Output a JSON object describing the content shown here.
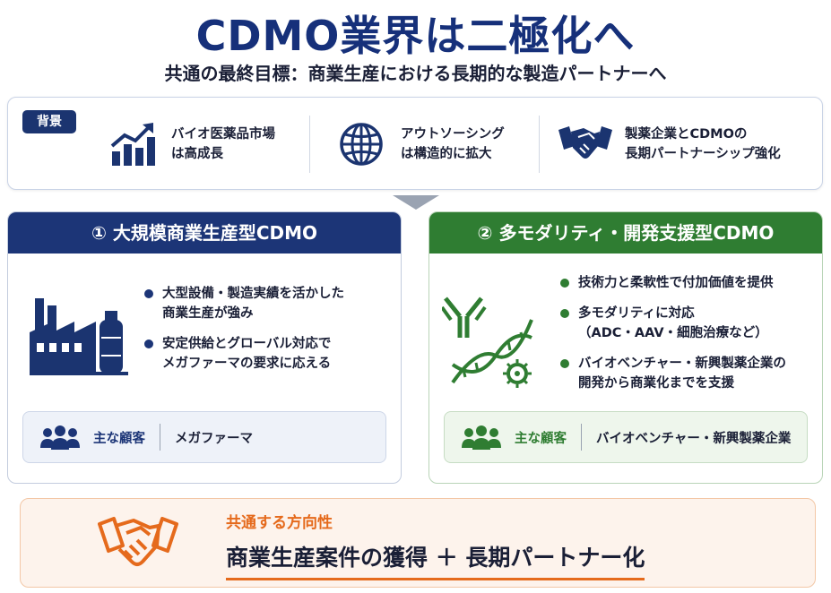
{
  "title": "CDMO業界は二極化へ",
  "subtitle": "共通の最終目標：商業生産における長期的な製造パートナーへ",
  "background": {
    "tag": "背景",
    "items": [
      {
        "icon": "growth-chart-icon",
        "text": "バイオ医薬品市場\nは高成長"
      },
      {
        "icon": "globe-icon",
        "text": "アウトソーシング\nは構造的に拡大"
      },
      {
        "icon": "handshake-icon",
        "text": "製薬企業とCDMOの\n長期パートナーシップ強化"
      }
    ]
  },
  "panels": [
    {
      "header": "① 大規模商業生産型CDMO",
      "icon": "factory-icon",
      "bullets": [
        "大型設備・製造実績を活かした\n商業生産が強み",
        "安定供給とグローバル対応で\nメガファーマの要求に応える"
      ],
      "customer_label": "主な顧客",
      "customer_value": "メガファーマ",
      "color": "#1c3577"
    },
    {
      "header": "② 多モダリティ・開発支援型CDMO",
      "icon": "antibody-dna-virus-icon",
      "bullets": [
        "技術力と柔軟性で付加価値を提供",
        "多モダリティに対応\n（ADC・AAV・細胞治療など）",
        "バイオベンチャー・新興製薬企業の\n開発から商業化までを支援"
      ],
      "customer_label": "主な顧客",
      "customer_value": "バイオベンチャー・新興製薬企業",
      "color": "#2f7d32"
    }
  ],
  "common": {
    "label": "共通する方向性",
    "text": "商業生産案件の獲得 ＋ 長期パートナー化",
    "icon": "handshake-icon",
    "color": "#e56a1c"
  }
}
